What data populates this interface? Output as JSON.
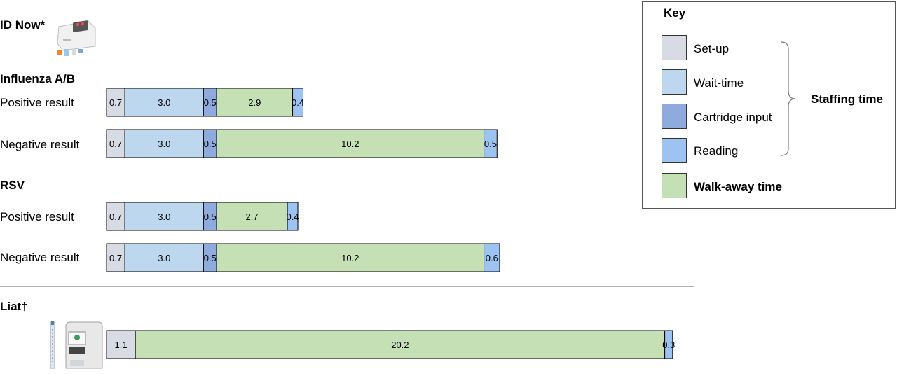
{
  "groups": {
    "id_now": "ID Now*",
    "influenza": "Influenza A/B",
    "rsv": "RSV",
    "liat": "Liat†"
  },
  "row_labels": {
    "flu_pos": "Positive result",
    "flu_neg": "Negative result",
    "rsv_pos": "Positive result",
    "rsv_neg": "Negative result"
  },
  "key": {
    "title": "Key",
    "items": [
      {
        "label": "Set-up",
        "color": "#D6DBE4"
      },
      {
        "label": "Wait-time",
        "color": "#BDD7EE"
      },
      {
        "label": "Cartridge input",
        "color": "#8FAADC"
      },
      {
        "label": "Reading",
        "color": "#9DC3F2"
      },
      {
        "label": "Walk-away time",
        "color": "#C5E0B4"
      }
    ],
    "staffing_label": "Staffing time"
  },
  "chart_data": {
    "type": "bar",
    "orientation": "horizontal",
    "stacked": true,
    "segment_order": [
      "Set-up",
      "Wait-time",
      "Cartridge input",
      "Walk-away time",
      "Reading"
    ],
    "colors": {
      "Set-up": "#D6DBE4",
      "Wait-time": "#BDD7EE",
      "Cartridge input": "#8FAADC",
      "Walk-away time": "#C5E0B4",
      "Reading": "#9DC3F2"
    },
    "rows": [
      {
        "id": "flu_pos",
        "group": "Influenza A/B",
        "label": "Positive result",
        "segments": [
          {
            "cat": "Set-up",
            "value": 0.7
          },
          {
            "cat": "Wait-time",
            "value": 3.0
          },
          {
            "cat": "Cartridge input",
            "value": 0.5
          },
          {
            "cat": "Walk-away time",
            "value": 2.9
          },
          {
            "cat": "Reading",
            "value": 0.4
          }
        ]
      },
      {
        "id": "flu_neg",
        "group": "Influenza A/B",
        "label": "Negative result",
        "segments": [
          {
            "cat": "Set-up",
            "value": 0.7
          },
          {
            "cat": "Wait-time",
            "value": 3.0
          },
          {
            "cat": "Cartridge input",
            "value": 0.5
          },
          {
            "cat": "Walk-away time",
            "value": 10.2
          },
          {
            "cat": "Reading",
            "value": 0.5
          }
        ]
      },
      {
        "id": "rsv_pos",
        "group": "RSV",
        "label": "Positive result",
        "segments": [
          {
            "cat": "Set-up",
            "value": 0.7
          },
          {
            "cat": "Wait-time",
            "value": 3.0
          },
          {
            "cat": "Cartridge input",
            "value": 0.5
          },
          {
            "cat": "Walk-away time",
            "value": 2.7
          },
          {
            "cat": "Reading",
            "value": 0.4
          }
        ]
      },
      {
        "id": "rsv_neg",
        "group": "RSV",
        "label": "Negative result",
        "segments": [
          {
            "cat": "Set-up",
            "value": 0.7
          },
          {
            "cat": "Wait-time",
            "value": 3.0
          },
          {
            "cat": "Cartridge input",
            "value": 0.5
          },
          {
            "cat": "Walk-away time",
            "value": 10.2
          },
          {
            "cat": "Reading",
            "value": 0.6
          }
        ]
      },
      {
        "id": "liat",
        "group": "Liat†",
        "label": "",
        "segments": [
          {
            "cat": "Set-up",
            "value": 1.1
          },
          {
            "cat": "Walk-away time",
            "value": 20.2
          },
          {
            "cat": "Reading",
            "value": 0.3
          }
        ]
      }
    ]
  }
}
